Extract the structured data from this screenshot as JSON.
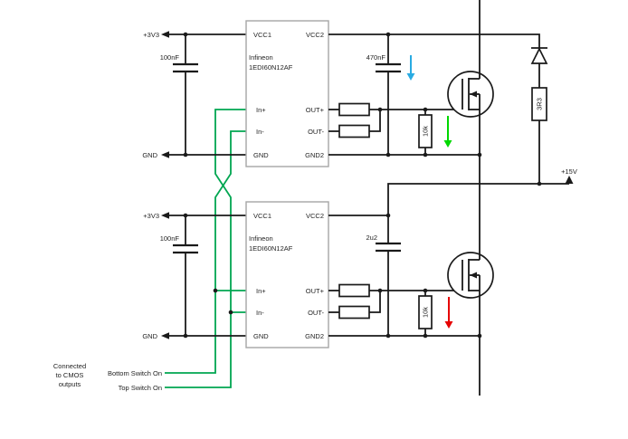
{
  "colors": {
    "wire": "#1a1a1a",
    "signal_green": "#00a651",
    "ic_border": "#a6a6a6",
    "arrow_blue": "#29abe2",
    "arrow_green": "#00d800",
    "arrow_red": "#e60000"
  },
  "rails": {
    "top_3v3": "+3V3",
    "top_gnd": "GND",
    "bottom_3v3": "+3V3",
    "bottom_gnd": "GND",
    "p15v": "+15V"
  },
  "driver_top": {
    "mfr": "Infineon",
    "part": "1EDI60N12AF",
    "pins": {
      "vcc1": "VCC1",
      "vcc2": "VCC2",
      "in_plus": "In+",
      "in_minus": "In-",
      "gnd": "GND",
      "gnd2": "GND2",
      "out_plus": "OUT+",
      "out_minus": "OUT-"
    }
  },
  "driver_bottom": {
    "mfr": "Infineon",
    "part": "1EDI60N12AF",
    "pins": {
      "vcc1": "VCC1",
      "vcc2": "VCC2",
      "in_plus": "In+",
      "in_minus": "In-",
      "gnd": "GND",
      "gnd2": "GND2",
      "out_plus": "OUT+",
      "out_minus": "OUT-"
    }
  },
  "components": {
    "decoupling_cap_top": "100nF",
    "bootstrap_cap": "470nF",
    "decoupling_cap_bottom": "100nF",
    "vcc2_cap_bottom": "2u2",
    "pulldown_res_top": "10k",
    "pulldown_res_bottom": "10k",
    "bootstrap_res": "3R3"
  },
  "annotations": {
    "cmos_note": [
      "Connected",
      "to CMOS",
      "outputs"
    ],
    "bottom_switch_label": "Bottom Switch On",
    "top_switch_label": "Top Switch On"
  }
}
